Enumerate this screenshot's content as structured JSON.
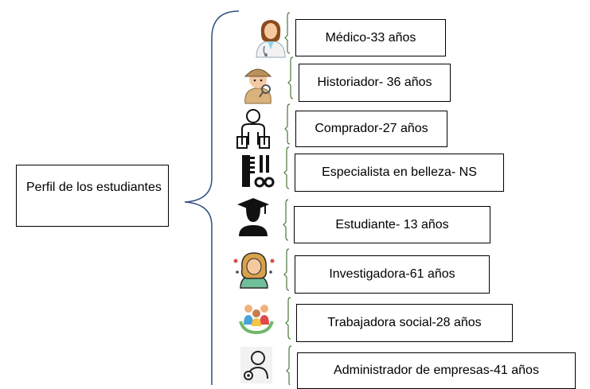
{
  "root_label": "Perfil de los estudiantes",
  "profiles": [
    {
      "label": "Médico-33 años",
      "icon": "doctor-icon"
    },
    {
      "label": "Historiador- 36 años",
      "icon": "detective-icon"
    },
    {
      "label": "Comprador-27 años",
      "icon": "shopper-icon"
    },
    {
      "label": "Especialista en belleza- NS",
      "icon": "beauty-tools-icon"
    },
    {
      "label": "Estudiante- 13 años",
      "icon": "graduate-icon"
    },
    {
      "label": "Investigadora-61 años",
      "icon": "researcher-icon"
    },
    {
      "label": "Trabajadora social-28 años",
      "icon": "social-worker-icon"
    },
    {
      "label": "Administrador de empresas-41 años",
      "icon": "business-admin-icon"
    }
  ],
  "colors": {
    "main_bracket": "#2e4f7f",
    "item_bracket": "#4a7a3a",
    "border": "#000000"
  }
}
